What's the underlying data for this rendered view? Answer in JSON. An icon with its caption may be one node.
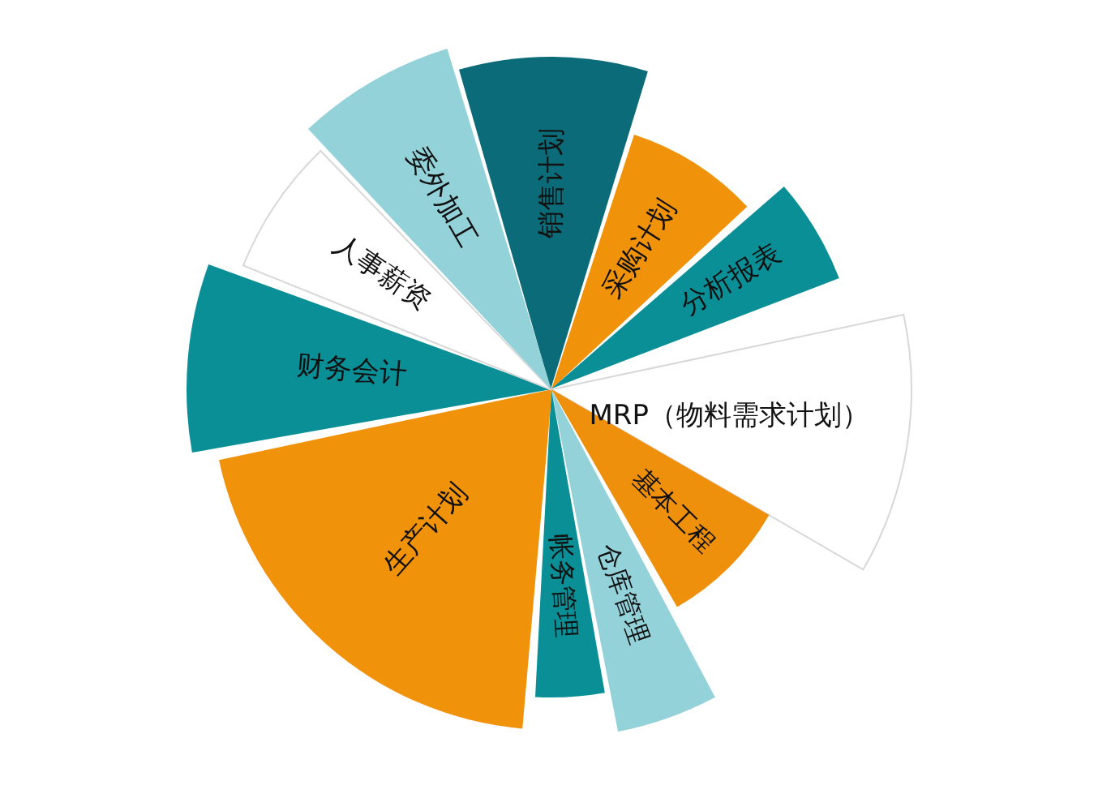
{
  "diagram": {
    "nodes": [
      {
        "text": [
          "销售计划"
        ]
      },
      {
        "text": [
          "采购计划"
        ]
      },
      {
        "text": [
          "分析报表"
        ]
      },
      {
        "text": [
          "MRP（物料需求计划）"
        ]
      },
      {
        "text": [
          "基本工程"
        ]
      },
      {
        "text": [
          "仓库管理"
        ]
      },
      {
        "text": [
          "帐务管理"
        ]
      },
      {
        "text": [
          "生产计划"
        ]
      },
      {
        "text": [
          "财务会计"
        ]
      },
      {
        "text": [
          "人事薪资"
        ]
      },
      {
        "text": [
          "委外加工"
        ]
      }
    ]
  }
}
